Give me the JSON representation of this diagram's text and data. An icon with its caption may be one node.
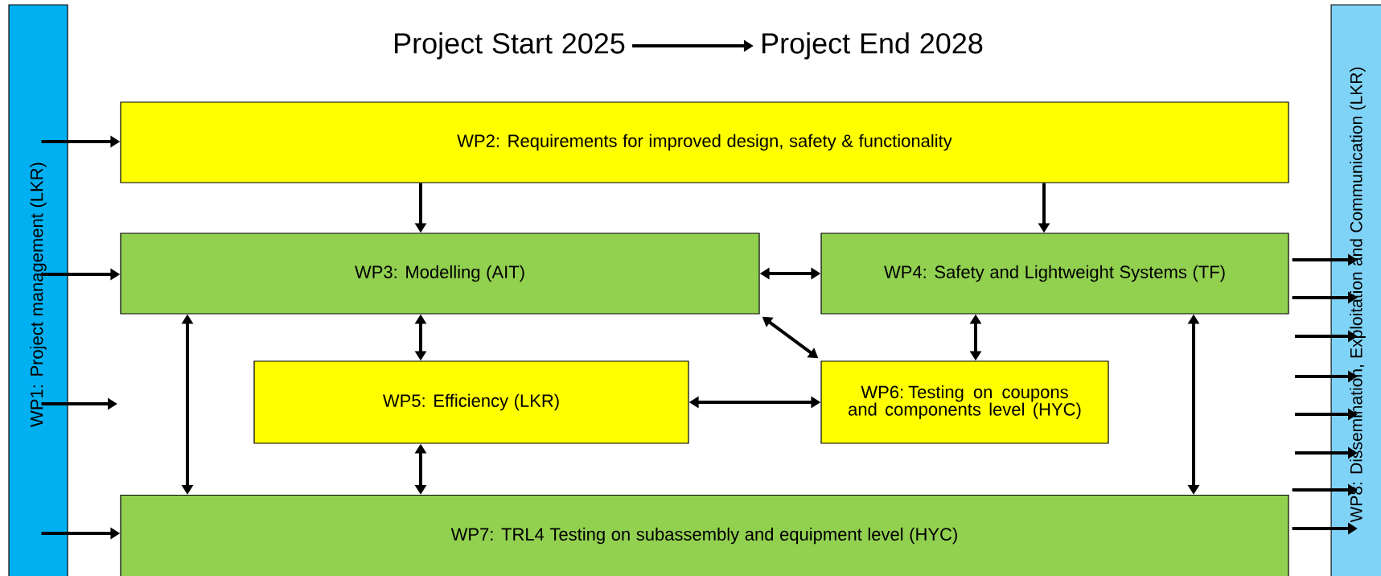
{
  "diagram": {
    "nodes": [
      {
        "text": [
          "Project Start 2025"
        ]
      },
      {
        "text": [
          "Project End 2028"
        ]
      },
      {
        "text": [
          "WP1: Project management (LKR)"
        ]
      },
      {
        "text": [
          "WP2: Requirements for improved design, safety & functionality"
        ]
      },
      {
        "text": [
          "WP3: Modelling (AIT)"
        ]
      },
      {
        "text": [
          "WP4: Safety and Lightweight Systems (TF)"
        ]
      },
      {
        "text": [
          "WP5: Efficiency (LKR)"
        ]
      },
      {
        "text": [
          "WP6: Testing on coupons and components level (HYC)"
        ]
      },
      {
        "text": [
          "WP7: TRL4 Testing on subassembly and equipment level (HYC)"
        ]
      },
      {
        "text": [
          "WP8: Dissemination, Exploitation and Communication (LKR)"
        ]
      }
    ],
    "edges": [
      {
        "from": 0,
        "to": 1,
        "arrow": "to"
      },
      {
        "from": 2,
        "to": 3,
        "arrow": "to"
      },
      {
        "from": 2,
        "to": 4,
        "arrow": "to"
      },
      {
        "from": 2,
        "to": null,
        "arrow": "to"
      },
      {
        "from": 2,
        "to": 8,
        "arrow": "to"
      },
      {
        "from": 3,
        "to": 4,
        "arrow": "to"
      },
      {
        "from": 3,
        "to": 5,
        "arrow": "to"
      },
      {
        "from": 4,
        "to": 5,
        "arrow": "both"
      },
      {
        "from": 4,
        "to": 6,
        "arrow": "both"
      },
      {
        "from": 4,
        "to": 7,
        "arrow": "both"
      },
      {
        "from": 4,
        "to": 8,
        "arrow": "both"
      },
      {
        "from": 5,
        "to": 7,
        "arrow": "both"
      },
      {
        "from": 5,
        "to": 8,
        "arrow": "both"
      },
      {
        "from": 6,
        "to": 7,
        "arrow": "both"
      },
      {
        "from": 6,
        "to": 8,
        "arrow": "both"
      },
      {
        "from": 5,
        "to": 9,
        "arrow": "to"
      },
      {
        "from": 5,
        "to": 9,
        "arrow": "to"
      },
      {
        "from": null,
        "to": 9,
        "arrow": "to"
      },
      {
        "from": null,
        "to": 9,
        "arrow": "to"
      },
      {
        "from": null,
        "to": 9,
        "arrow": "to"
      },
      {
        "from": null,
        "to": 9,
        "arrow": "to"
      },
      {
        "from": 8,
        "to": 9,
        "arrow": "to"
      },
      {
        "from": 8,
        "to": 9,
        "arrow": "to"
      }
    ]
  }
}
